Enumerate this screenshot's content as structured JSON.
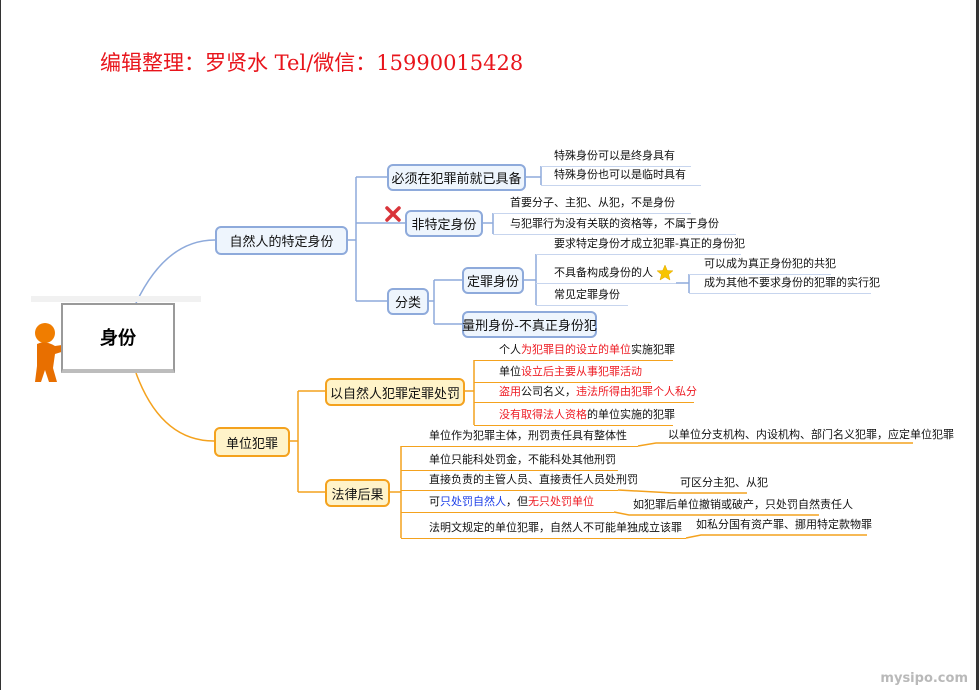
{
  "title": "编辑整理：罗贤水 Tel/微信：15990015428",
  "root": "身份",
  "watermark": "mysipo.com",
  "colors": {
    "blue_branch": "#8eaadb",
    "orange_branch": "#f4a21e",
    "highlight_red": "#ee1c24",
    "highlight_blue": "#1a3de8"
  },
  "branch_natural": {
    "label": "自然人的特定身份",
    "must_have": {
      "label": "必须在犯罪前就已具备",
      "items": [
        "特殊身份可以是终身具有",
        "特殊身份也可以是临时具有"
      ]
    },
    "non_specific": {
      "label": "非特定身份",
      "icon": "cross-icon",
      "items": [
        "首要分子、主犯、从犯，不是身份",
        "与犯罪行为没有关联的资格等，不属于身份"
      ]
    },
    "classification": {
      "label": "分类",
      "conviction": {
        "label": "定罪身份",
        "item1": "要求特定身份才成立犯罪-真正的身份犯",
        "item2": "不具备构成身份的人",
        "item2_icon": "star-icon",
        "item2_children": [
          "可以成为真正身份犯的共犯",
          "成为其他不要求身份的犯罪的实行犯"
        ],
        "item3": "常见定罪身份"
      },
      "sentencing": {
        "label": "量刑身份-不真正身份犯"
      }
    }
  },
  "branch_unit": {
    "label": "单位犯罪",
    "natural_person": {
      "label": "以自然人犯罪定罪处罚",
      "items": [
        {
          "a": "个人",
          "b": "为犯罪目的设立的单位",
          "c": "实施犯罪"
        },
        {
          "a": "单位",
          "b": "设立后主要从事犯罪活动"
        },
        {
          "a": "盗用",
          "b": "公司名义，",
          "c": "违法所得由犯罪个人私分"
        },
        {
          "a": "没有取得法人资格",
          "b": "的单位实施的犯罪"
        }
      ]
    },
    "legal_consequence": {
      "label": "法律后果",
      "items": [
        {
          "text": "单位作为犯罪主体，刑罚责任具有整体性",
          "note": "以单位分支机构、内设机构、部门名义犯罪，应定单位犯罪"
        },
        {
          "text": "单位只能科处罚金，不能科处其他刑罚"
        },
        {
          "text": "直接负责的主管人员、直接责任人员处刑罚",
          "note": "可区分主犯、从犯"
        },
        {
          "a": "可",
          "b": "只处罚自然人",
          "c": "，但",
          "d": "无只处罚单位",
          "note": "如犯罪后单位撤销或破产，只处罚自然责任人"
        },
        {
          "text": "法明文规定的单位犯罪，自然人不可能单独成立该罪",
          "note": "如私分国有资产罪、挪用特定款物罪"
        }
      ]
    }
  }
}
